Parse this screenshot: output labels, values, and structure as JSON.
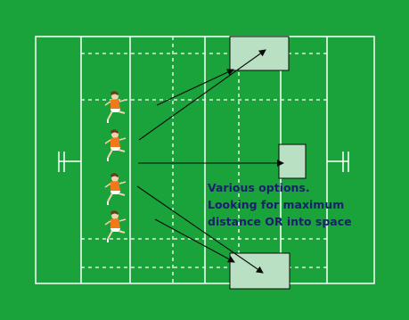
{
  "diagram": {
    "background_color": "#1aa33a",
    "line_color": "#ffffff",
    "box_fill": "#b9e0c2",
    "arrow_color": "#0a0a0a",
    "text_color": "#1a1f6e",
    "player_icon": "kicker-figure-icon",
    "player_count": 4,
    "target_box_count": 3,
    "caption_lines": [
      "Various options.",
      "Looking for maximum",
      "distance OR into space"
    ]
  }
}
